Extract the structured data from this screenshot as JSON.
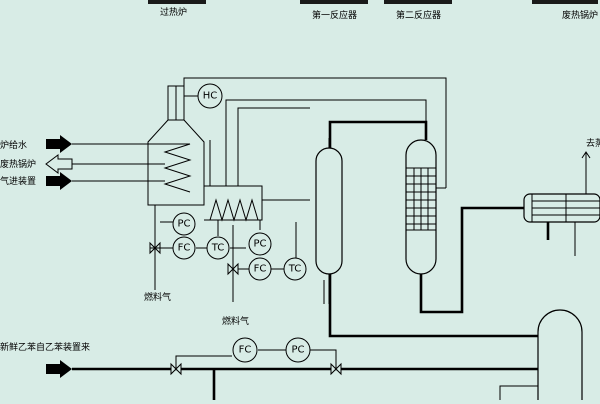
{
  "diagram": {
    "equipment_labels": {
      "superheater": "过热炉",
      "reactor1": "第一反应器",
      "reactor2": "第二反应器",
      "waste_heat_boiler": "废热锅炉"
    },
    "stream_labels": {
      "boiler_water": "炉给水",
      "to_waste_heat_boiler": "废热锅炉",
      "to_unit": "气进装置",
      "fuel_gas_1": "燃料气",
      "fuel_gas_2": "燃料气",
      "fresh_ethylbenzene": "新鲜乙苯自乙苯装置来",
      "right_partial": "去蒸"
    },
    "instruments": {
      "hc": "HC",
      "pc1": "PC",
      "fc1": "FC",
      "tc1": "TC",
      "pc2": "PC",
      "fc2": "FC",
      "tc2": "TC",
      "fc3": "FC",
      "pc3": "PC"
    },
    "colors": {
      "background": "#d8ece6",
      "line": "#000000"
    }
  }
}
